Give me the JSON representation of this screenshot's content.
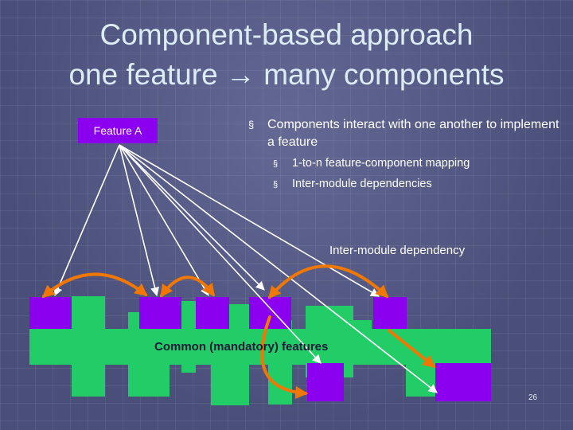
{
  "title": {
    "line1": "Component-based approach",
    "line2": "one feature → many components"
  },
  "feature_box": {
    "label": "Feature A"
  },
  "bullets": {
    "main": {
      "marker": "§",
      "text": "Components interact with one another to implement a feature"
    },
    "sub": [
      {
        "marker": "§",
        "text": "1-to-n feature-component mapping"
      },
      {
        "marker": "§",
        "text": "Inter-module dependencies"
      }
    ]
  },
  "diagram": {
    "dependency_label": "Inter-module dependency",
    "common_label": "Common (mandatory) features",
    "colors": {
      "component": "#8b00ee",
      "common": "#22cc66",
      "dependency_arrow": "#f07800",
      "mapping_arrow": "#ffffff"
    }
  },
  "page_number": "26"
}
